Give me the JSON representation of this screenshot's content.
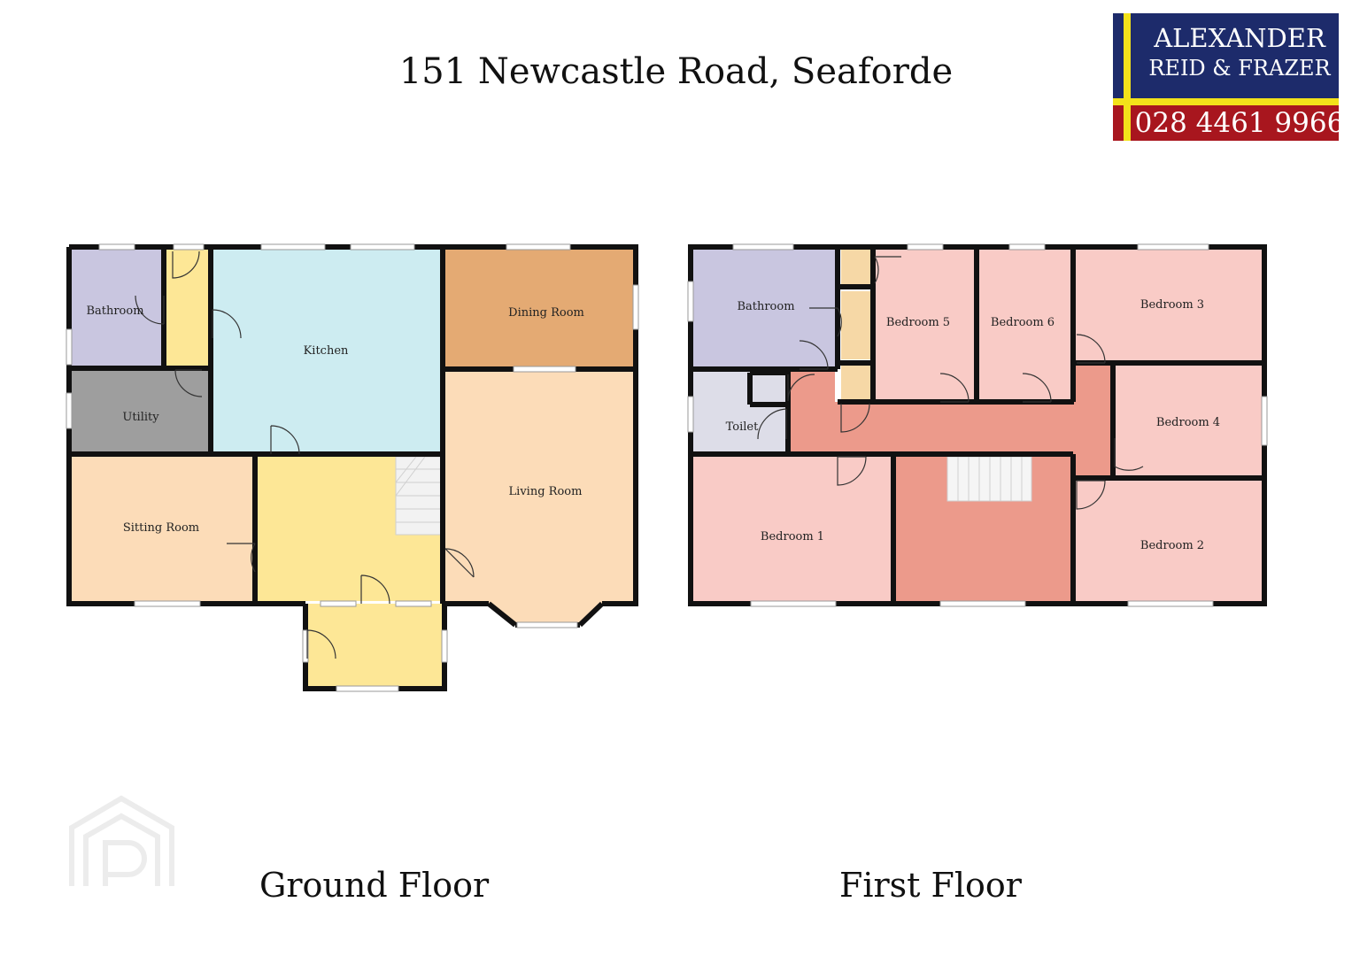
{
  "title": "151 Newcastle Road, Seaforde",
  "logo": {
    "line1": "ALEXANDER",
    "line2": "REID & FRAZER",
    "phone": "028 4461 9966",
    "colors": {
      "navy": "#1d2b6b",
      "red": "#a8161e",
      "yellow": "#f3e21a"
    }
  },
  "ground_floor": {
    "label": "Ground Floor",
    "rooms": {
      "bathroom": "Bathroom",
      "kitchen": "Kitchen",
      "dining": "Dining Room",
      "utility": "Utility",
      "living": "Living Room",
      "sitting": "Sitting Room"
    }
  },
  "first_floor": {
    "label": "First Floor",
    "rooms": {
      "bathroom": "Bathroom",
      "bedroom5": "Bedroom 5",
      "bedroom6": "Bedroom 6",
      "bedroom3": "Bedroom 3",
      "toilet": "Toilet",
      "bedroom4": "Bedroom 4",
      "bedroom1": "Bedroom 1",
      "bedroom2": "Bedroom 2"
    }
  },
  "colors": {
    "wall": "#111111",
    "bathroom": "#c9c6e0",
    "hall": "#fde796",
    "kitchen": "#cdecf1",
    "dining": "#e4aa73",
    "utility": "#9e9e9e",
    "living": "#fcdcb8",
    "bedroom": "#f9cbc6",
    "landing": "#ec9a8b",
    "toilet": "#dddde8",
    "cupboard": "#f6d8a6"
  },
  "watermark": "P"
}
